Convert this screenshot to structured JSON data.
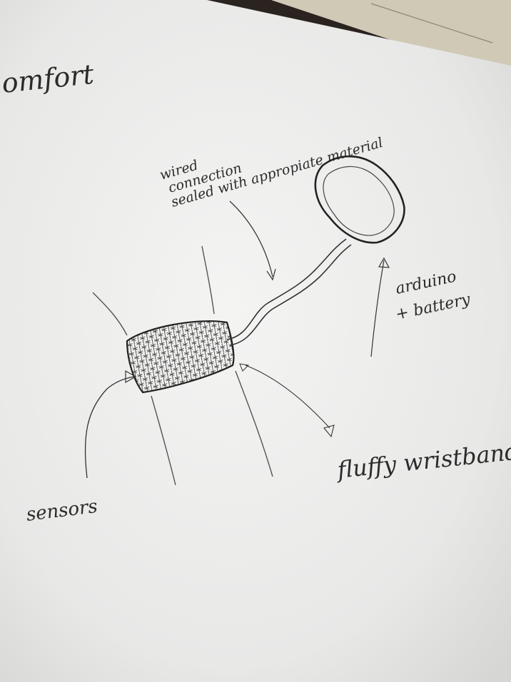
{
  "title": "omfort",
  "annotations": {
    "wired": "wired",
    "connection": "connection",
    "sealed": "sealed with appropiate material",
    "arduino": "arduino",
    "battery": "+ battery",
    "sensors": "sensors",
    "wristband": "fluffy wristband"
  },
  "colors": {
    "paper": "#f2f2f0",
    "ink": "#2b2b2b",
    "background": "#2a2320",
    "ruler": "#c9c4b2"
  }
}
